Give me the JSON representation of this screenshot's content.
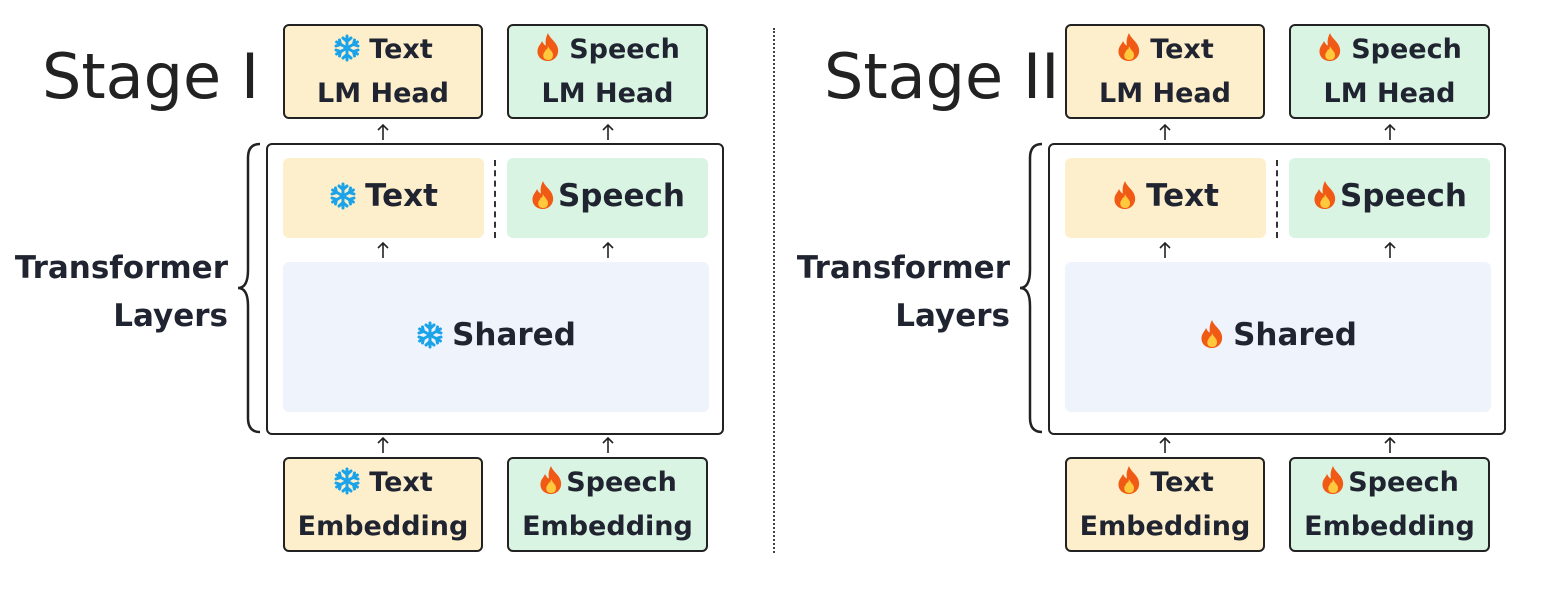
{
  "colors": {
    "text_module": "#fdefcc",
    "speech_module": "#d9f4e2",
    "shared_module": "#eef3fc",
    "snowflake": "#1aa3e8",
    "flame": "#f05a14"
  },
  "stages": [
    {
      "title": "Stage I",
      "layers_label": [
        "Transformer",
        "Layers"
      ],
      "text_head": {
        "icon": "snowflake-icon",
        "line1": "Text",
        "line2": "LM Head"
      },
      "speech_head": {
        "icon": "flame-icon",
        "line1": "Speech",
        "line2": "LM Head"
      },
      "text_layer": {
        "icon": "snowflake-icon",
        "label": "Text"
      },
      "speech_layer": {
        "icon": "flame-icon",
        "label": "Speech"
      },
      "shared_layer": {
        "icon": "snowflake-icon",
        "label": "Shared"
      },
      "text_embedding": {
        "icon": "snowflake-icon",
        "line1": "Text",
        "line2": "Embedding"
      },
      "speech_embedding": {
        "icon": "flame-icon",
        "line1": "Speech",
        "line2": "Embedding"
      }
    },
    {
      "title": "Stage II",
      "layers_label": [
        "Transformer",
        "Layers"
      ],
      "text_head": {
        "icon": "flame-icon",
        "line1": "Text",
        "line2": "LM Head"
      },
      "speech_head": {
        "icon": "flame-icon",
        "line1": "Speech",
        "line2": "LM Head"
      },
      "text_layer": {
        "icon": "flame-icon",
        "label": "Text"
      },
      "speech_layer": {
        "icon": "flame-icon",
        "label": "Speech"
      },
      "shared_layer": {
        "icon": "flame-icon",
        "label": "Shared"
      },
      "text_embedding": {
        "icon": "flame-icon",
        "line1": "Text",
        "line2": "Embedding"
      },
      "speech_embedding": {
        "icon": "flame-icon",
        "line1": "Speech",
        "line2": "Embedding"
      }
    }
  ]
}
